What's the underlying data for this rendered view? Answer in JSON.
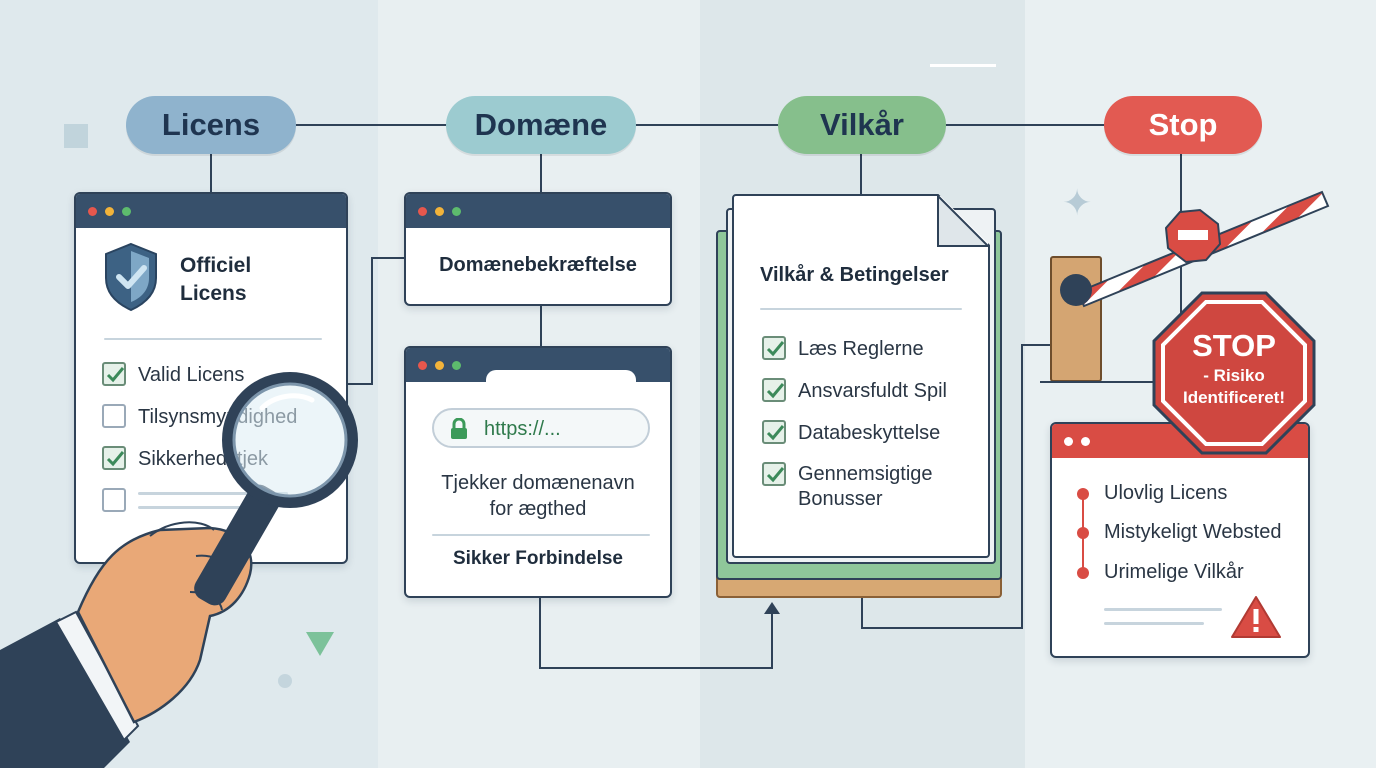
{
  "steps": {
    "licens": "Licens",
    "domaene": "Domæne",
    "vilkaar": "Vilkår",
    "stop": "Stop"
  },
  "licens_card": {
    "title": "Officiel Licens",
    "items": [
      "Valid Licens",
      "Tilsynsmyndighed",
      "Sikkerhedstjek"
    ]
  },
  "domain_card": {
    "title": "Domænebekræftelse"
  },
  "browser_card": {
    "url": "https://...",
    "text_line1": "Tjekker domænenavn",
    "text_line2": "for ægthed",
    "footer": "Sikker Forbindelse"
  },
  "terms_card": {
    "title": "Vilkår & Betingelser",
    "items": [
      "Læs Reglerne",
      "Ansvarsfuldt Spil",
      "Databeskyttelse",
      "Gennemsigtige Bonusser"
    ]
  },
  "stop_sign": {
    "title": "STOP",
    "line1": "- Risiko",
    "line2": "Identificeret!"
  },
  "risk_card": {
    "items": [
      "Ulovlig Licens",
      "Mistykeligt Websted",
      "Urimelige Vilkår"
    ]
  },
  "colors": {
    "licens": "#8fb3cd",
    "domaene": "#9ccbd0",
    "vilkaar": "#86bf8c",
    "stop": "#e25a52",
    "frame": "#2f4258"
  }
}
